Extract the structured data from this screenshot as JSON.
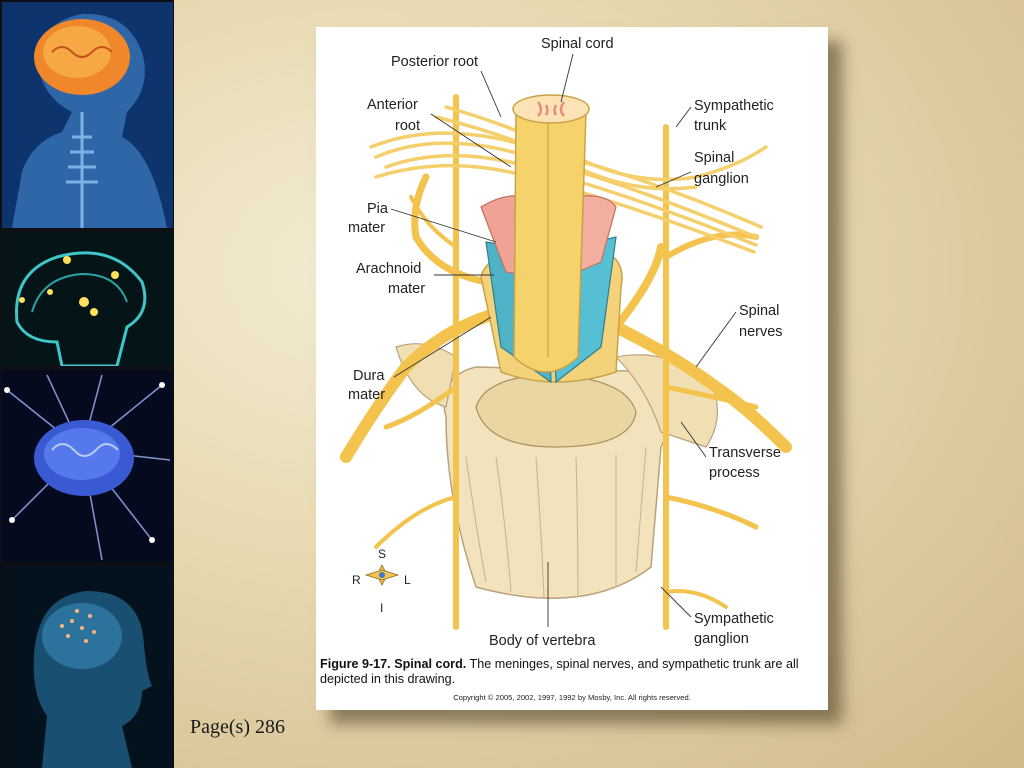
{
  "figure": {
    "labels": {
      "spinal_cord": "Spinal cord",
      "posterior_root": "Posterior root",
      "anterior_root_1": "Anterior",
      "anterior_root_2": "root",
      "sympathetic_trunk_1": "Sympathetic",
      "sympathetic_trunk_2": "trunk",
      "spinal_ganglion_1": "Spinal",
      "spinal_ganglion_2": "ganglion",
      "pia_mater_1": "Pia",
      "pia_mater_2": "mater",
      "arachnoid_mater_1": "Arachnoid",
      "arachnoid_mater_2": "mater",
      "spinal_nerves_1": "Spinal",
      "spinal_nerves_2": "nerves",
      "dura_mater_1": "Dura",
      "dura_mater_2": "mater",
      "transverse_process_1": "Transverse",
      "transverse_process_2": "process",
      "sympathetic_ganglion_1": "Sympathetic",
      "sympathetic_ganglion_2": "ganglion",
      "body_of_vertebra": "Body of vertebra"
    },
    "compass": {
      "top": "S",
      "left": "R",
      "right": "L",
      "bottom": "I"
    },
    "caption": {
      "figure_number": "Figure 9-17.",
      "figure_title": "Spinal cord.",
      "text": "The meninges, spinal nerves, and sympathetic  trunk are all depicted in this drawing."
    },
    "copyright": "Copyright © 2005, 2002, 1997, 1992 by Mosby, Inc. All rights reserved."
  },
  "page_reference": "Page(s) 286",
  "colors": {
    "nerve": "#f3c34e",
    "dura": "#f4d27a",
    "arachnoid": "#4fb3c8",
    "pia": "#f0a394",
    "bone": "#f2e3bd",
    "background": "#e6d7ae"
  }
}
